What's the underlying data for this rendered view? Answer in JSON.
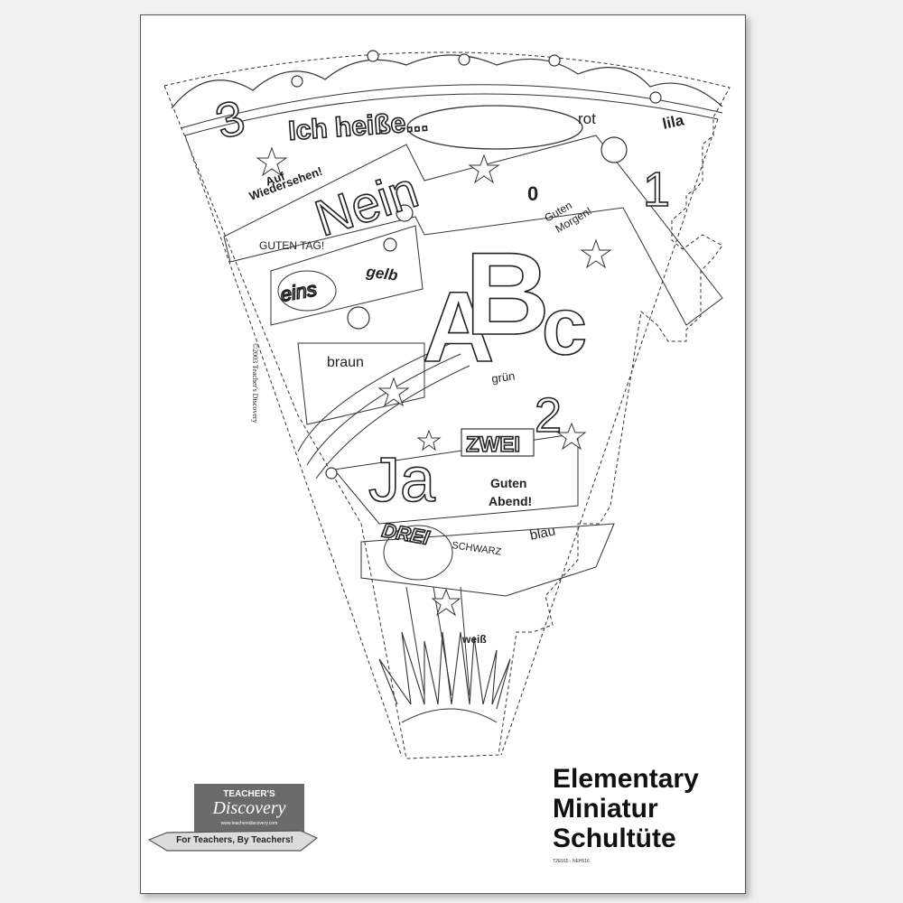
{
  "product": {
    "title_lines": [
      "Elementary",
      "Miniatur",
      "Schultüte"
    ],
    "code": "T2E915 - NEH516",
    "copyright": "©2003 Teacher's Discovery"
  },
  "logo": {
    "brand_top": "TEACHER'S",
    "brand_main": "Discovery",
    "url": "www.teachersdiscovery.com",
    "tagline": "For Teachers, By Teachers!"
  },
  "cone_words": {
    "ich_heisse": "Ich heiße...",
    "rot": "rot",
    "lila": "lila",
    "num_3": "3",
    "num_1": "1",
    "num_0": "0",
    "num_2": "2",
    "auf_wiedersehen_1": "Auf",
    "auf_wiedersehen_2": "Wiedersehen!",
    "nein": "Nein",
    "guten_morgen_1": "Guten",
    "guten_morgen_2": "Morgen!",
    "guten_tag": "GUTEN TAG!",
    "eins": "eins",
    "gelb": "gelb",
    "abc_a": "A",
    "abc_b": "B",
    "abc_c": "c",
    "braun": "braun",
    "gruen": "grün",
    "zwei": "ZWEI",
    "ja": "Ja",
    "guten_abend_1": "Guten",
    "guten_abend_2": "Abend!",
    "drei": "DREI",
    "schwarz": "SCHWARZ",
    "blau": "blau",
    "weiss": "weiß"
  }
}
